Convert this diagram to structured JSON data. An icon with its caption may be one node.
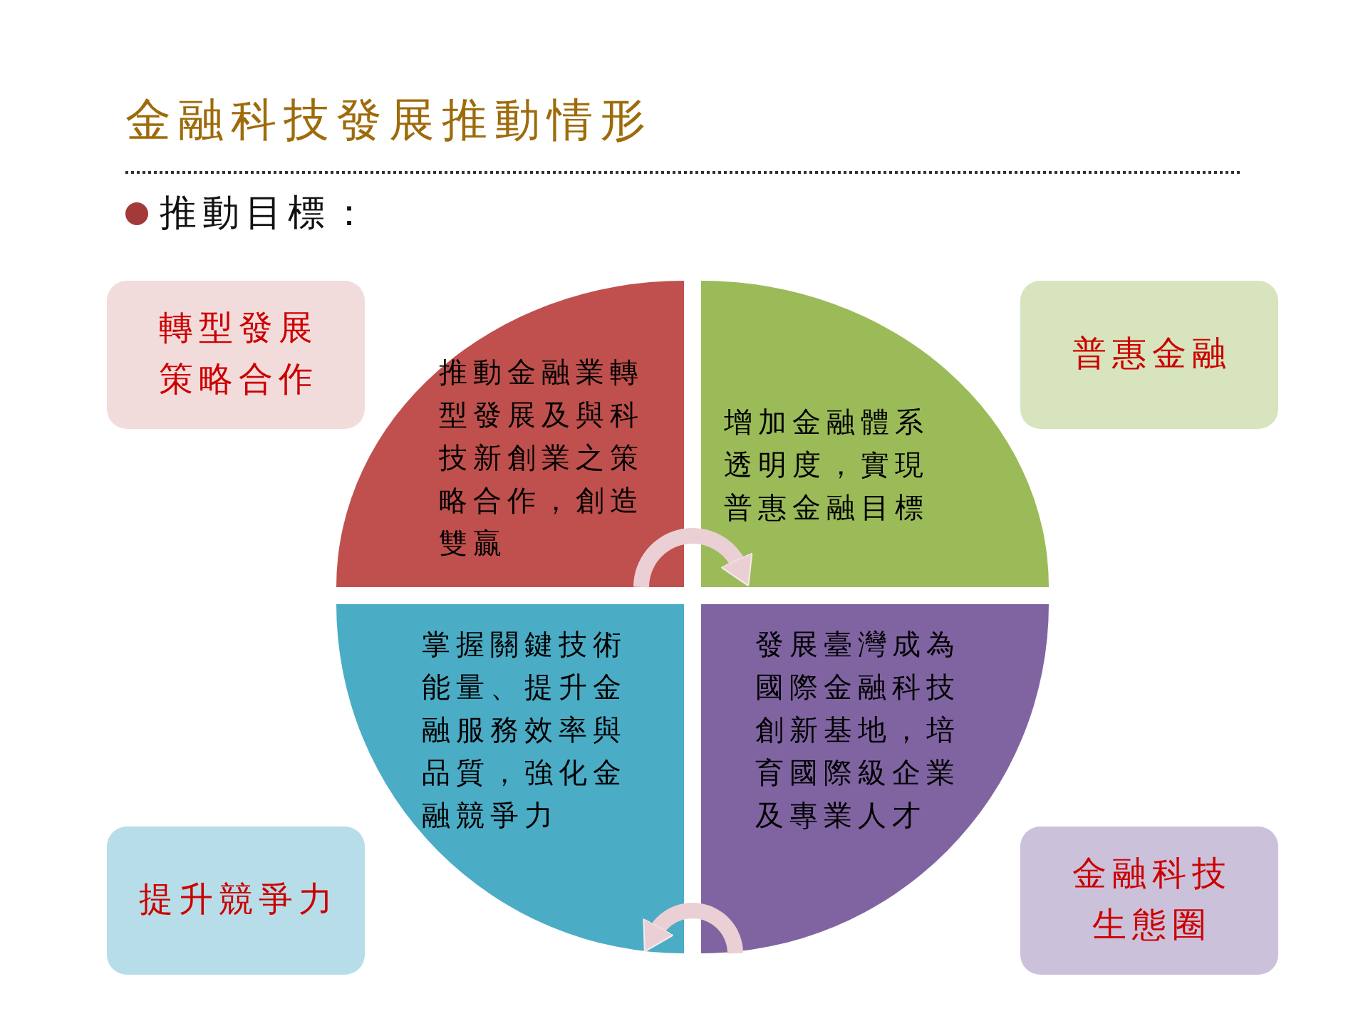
{
  "diagram": {
    "title": "金融科技發展推動情形",
    "nodes": [
      {
        "text": [
          "轉型發展策略合作"
        ]
      },
      {
        "text": [
          "推動金融業轉型發展及與科技新創業之策略合作，創造雙贏"
        ]
      },
      {
        "text": [
          "增加金融體系透明度，實現普惠金融目標"
        ]
      },
      {
        "text": [
          "普惠金融"
        ]
      },
      {
        "text": [
          "掌握關鍵技術能量、提升金融服務效率與品質，強化金融競爭力"
        ]
      },
      {
        "text": [
          "發展臺灣成為國際金融科技創新基地，培育國際級企業及專業人才"
        ]
      },
      {
        "text": [
          "提升競爭力"
        ]
      },
      {
        "text": [
          "金融科技生態圈"
        ]
      }
    ],
    "edges": [
      {
        "from": 1,
        "to": 2,
        "arrow": "to"
      },
      {
        "from": 5,
        "to": 4,
        "arrow": "to"
      }
    ],
    "labels": [
      "推動目標："
    ]
  }
}
